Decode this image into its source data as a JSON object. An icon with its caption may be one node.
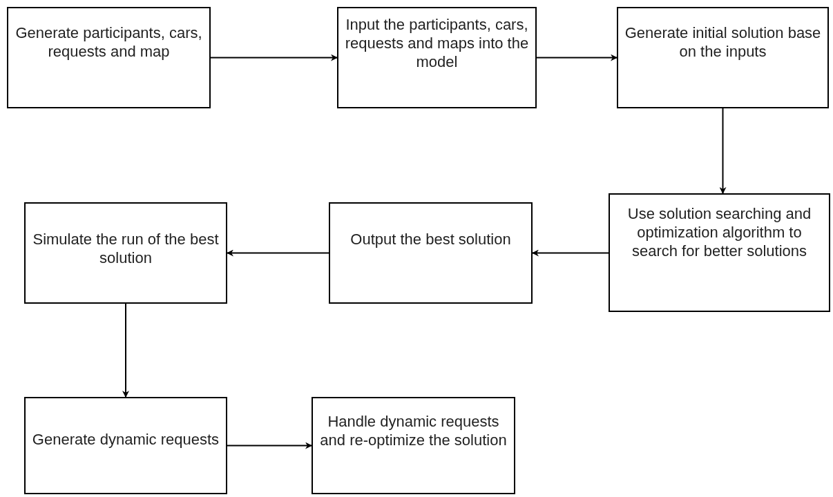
{
  "diagram": {
    "nodes": [
      {
        "text": [
          "Generate participants, cars, requests and map"
        ]
      },
      {
        "text": [
          "Input the participants, cars, requests and maps into the model"
        ]
      },
      {
        "text": [
          "Generate initial solution base on the inputs"
        ]
      },
      {
        "text": [
          "Use solution searching and optimization algorithm to search for better solutions"
        ]
      },
      {
        "text": [
          "Output the best solution"
        ]
      },
      {
        "text": [
          "Simulate the run of the best solution"
        ]
      },
      {
        "text": [
          "Generate dynamic requests"
        ]
      },
      {
        "text": [
          "Handle dynamic requests and re-optimize the solution"
        ]
      }
    ],
    "edges": [
      {
        "from": 0,
        "to": 1,
        "arrow": "to"
      },
      {
        "from": 1,
        "to": 2,
        "arrow": "to"
      },
      {
        "from": 2,
        "to": 3,
        "arrow": "to"
      },
      {
        "from": 3,
        "to": 4,
        "arrow": "to"
      },
      {
        "from": 4,
        "to": 5,
        "arrow": "to"
      },
      {
        "from": 5,
        "to": 6,
        "arrow": "to"
      },
      {
        "from": 6,
        "to": 7,
        "arrow": "to"
      }
    ]
  }
}
